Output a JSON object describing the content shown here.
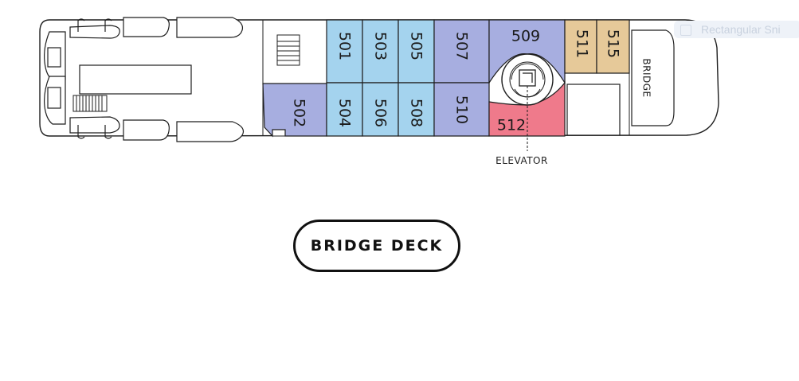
{
  "deck": {
    "title": "BRIDGE DECK"
  },
  "overlay": {
    "partial_text": "Rectangular Sni"
  },
  "labels": {
    "bridge": "BRIDGE",
    "elevator": "ELEVATOR"
  },
  "colors": {
    "light_blue": "#a4d3ee",
    "periwinkle": "#a7aee0",
    "tan": "#e6c999",
    "pink": "#ef7a8b",
    "outline": "#1f1f1f"
  },
  "cabins": [
    {
      "number": "501",
      "category": "light_blue"
    },
    {
      "number": "503",
      "category": "light_blue"
    },
    {
      "number": "505",
      "category": "light_blue"
    },
    {
      "number": "507",
      "category": "periwinkle"
    },
    {
      "number": "509",
      "category": "periwinkle"
    },
    {
      "number": "511",
      "category": "tan"
    },
    {
      "number": "515",
      "category": "tan"
    },
    {
      "number": "502",
      "category": "periwinkle"
    },
    {
      "number": "504",
      "category": "light_blue"
    },
    {
      "number": "506",
      "category": "light_blue"
    },
    {
      "number": "508",
      "category": "light_blue"
    },
    {
      "number": "510",
      "category": "periwinkle"
    },
    {
      "number": "512",
      "category": "pink"
    }
  ]
}
